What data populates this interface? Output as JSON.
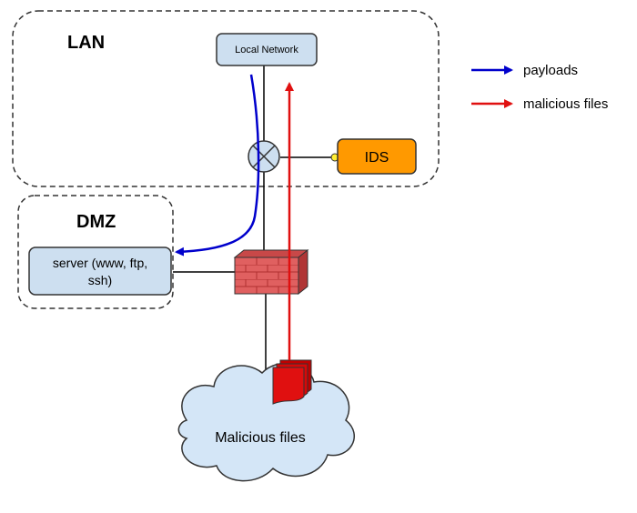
{
  "zones": {
    "lan": {
      "label": "LAN"
    },
    "dmz": {
      "label": "DMZ"
    }
  },
  "nodes": {
    "local_network": {
      "label": "Local Network"
    },
    "ids": {
      "label": "IDS"
    },
    "server": {
      "line1": "server (www, ftp,",
      "line2": "ssh)"
    },
    "cloud": {
      "label": "Malicious files"
    }
  },
  "legend": [
    {
      "label": "payloads",
      "color": "#0000cc"
    },
    {
      "label": "malicious files",
      "color": "#e01010"
    }
  ],
  "colors": {
    "node_fill": "#cddff0",
    "ids_fill": "#ff9900",
    "firewall_fill": "#e06060",
    "firewall_mortar": "#b03030",
    "cloud_fill": "#d4e6f7",
    "file_red": "#e01010"
  },
  "icons": [
    "firewall-icon",
    "switch-icon",
    "malicious-files-icon",
    "cloud-icon"
  ]
}
